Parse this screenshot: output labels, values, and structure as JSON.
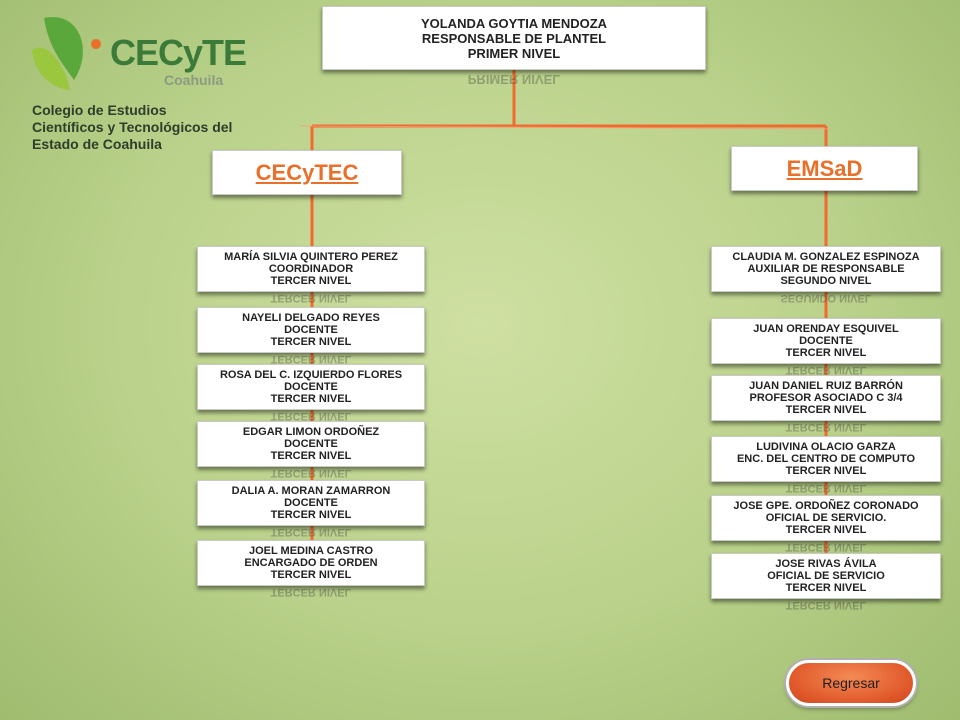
{
  "logo": {
    "brand": "CECyTE",
    "region": "Coahuila",
    "subtitle": "Colegio de Estudios Científicos y Tecnológicos del Estado de Coahuila"
  },
  "top": {
    "lines": [
      "YOLANDA GOYTIA MENDOZA",
      "RESPONSABLE DE PLANTEL",
      "PRIMER NIVEL"
    ],
    "reflection": "PRIMER NIVEL"
  },
  "departments": {
    "left": "CECyTEC",
    "right": "EMSaD"
  },
  "left_nodes": [
    {
      "lines": [
        "MARÍA SILVIA QUINTERO PEREZ",
        "COORDINADOR",
        "TERCER NIVEL"
      ],
      "reflection": "TERCER NIVEL"
    },
    {
      "lines": [
        "NAYELI DELGADO REYES",
        "DOCENTE",
        "TERCER NIVEL"
      ],
      "reflection": "TERCER NIVEL"
    },
    {
      "lines": [
        "ROSA DEL C.  IZQUIERDO FLORES",
        "DOCENTE",
        "TERCER NIVEL"
      ],
      "reflection": "TERCER NIVEL"
    },
    {
      "lines": [
        "EDGAR LIMON ORDOÑEZ",
        "DOCENTE",
        "TERCER NIVEL"
      ],
      "reflection": "TERCER NIVEL"
    },
    {
      "lines": [
        "DALIA A. MORAN ZAMARRON",
        "DOCENTE",
        "TERCER NIVEL"
      ],
      "reflection": "TERCER NIVEL"
    },
    {
      "lines": [
        "JOEL MEDINA CASTRO",
        "ENCARGADO DE ORDEN",
        "TERCER NIVEL"
      ],
      "reflection": "TERCER NIVEL"
    }
  ],
  "right_nodes": [
    {
      "lines": [
        "CLAUDIA M. GONZALEZ ESPINOZA",
        "AUXILIAR DE RESPONSABLE",
        "SEGUNDO NIVEL"
      ],
      "reflection": "SEGUNDO NIVEL"
    },
    {
      "lines": [
        "JUAN ORENDAY ESQUIVEL",
        "DOCENTE",
        "TERCER NIVEL"
      ],
      "reflection": "TERCER NIVEL"
    },
    {
      "lines": [
        "JUAN DANIEL RUIZ BARRÓN",
        "PROFESOR ASOCIADO C 3/4",
        "TERCER NIVEL"
      ],
      "reflection": "TERCER NIVEL"
    },
    {
      "lines": [
        "LUDIVINA OLACIO GARZA",
        "ENC. DEL CENTRO DE COMPUTO",
        "TERCER NIVEL"
      ],
      "reflection": "TERCER NIVEL"
    },
    {
      "lines": [
        "JOSE GPE. ORDOÑEZ CORONADO",
        "OFICIAL DE SERVICIO.",
        "TERCER NIVEL"
      ],
      "reflection": "TERCER NIVEL"
    },
    {
      "lines": [
        "JOSE RIVAS ÁVILA",
        "OFICIAL DE SERVICIO",
        "TERCER NIVEL"
      ],
      "reflection": "TERCER NIVEL"
    }
  ],
  "button": {
    "label": "Regresar"
  },
  "colors": {
    "connector": "#f26a2e",
    "accent": "#e8702a",
    "button": "#e0582a"
  }
}
